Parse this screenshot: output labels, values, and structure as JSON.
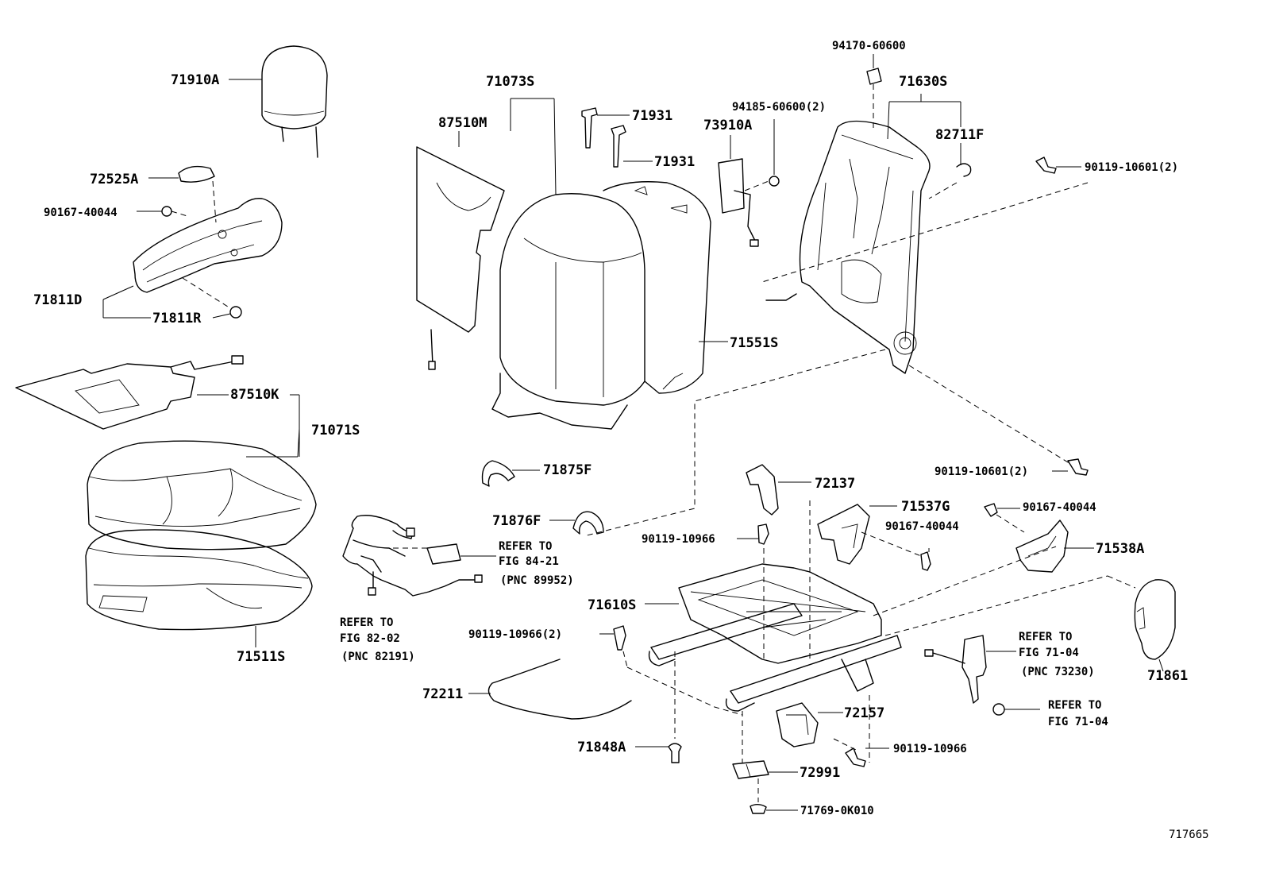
{
  "labels": {
    "l71910A": "71910A",
    "l72525A": "72525A",
    "l90167_40044_a": "90167-40044",
    "l71811D": "71811D",
    "l71811R": "71811R",
    "l87510K": "87510K",
    "l71071S": "71071S",
    "l71511S": "71511S",
    "l71073S": "71073S",
    "l87510M": "87510M",
    "l71931_a": "71931",
    "l71931_b": "71931",
    "l71551S": "71551S",
    "l73910A": "73910A",
    "l94185": "94185-60600(2)",
    "l94170": "94170-60600",
    "l71630S": "71630S",
    "l82711F": "82711F",
    "l90119_10601_a": "90119-10601(2)",
    "l90119_10601_b": "90119-10601(2)",
    "l71875F": "71875F",
    "l71876F": "71876F",
    "l72137": "72137",
    "l90119_10966_a": "90119-10966",
    "l71537G": "71537G",
    "l90167_40044_b": "90167-40044",
    "l90167_40044_c": "90167-40044",
    "l71538A": "71538A",
    "l71610S": "71610S",
    "l90119_10966_2": "90119-10966(2)",
    "l72211": "72211",
    "l72157": "72157",
    "l71848A": "71848A",
    "l90119_10966_b": "90119-10966",
    "l72991": "72991",
    "l71769": "71769-0K010",
    "l71861": "71861",
    "diagram_id": "717665"
  },
  "refs": {
    "ref_84_21": [
      "REFER TO",
      "FIG 84-21",
      "(PNC 89952)"
    ],
    "ref_82_02": [
      "REFER TO",
      "FIG 82-02",
      "(PNC 82191)"
    ],
    "ref_71_04_a": [
      "REFER TO",
      "FIG 71-04",
      "(PNC 73230)"
    ],
    "ref_71_04_b": [
      "REFER TO",
      "FIG 71-04"
    ]
  }
}
